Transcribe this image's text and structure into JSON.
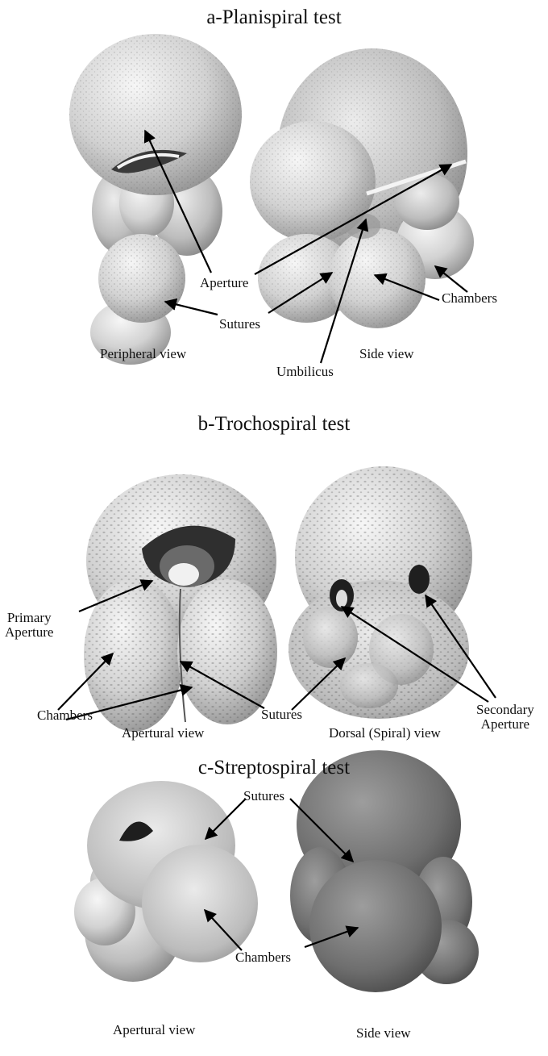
{
  "sections": [
    {
      "title": "a-Planispiral test",
      "views": [
        "Peripheral view",
        "Side view"
      ],
      "labels": {
        "aperture": "Aperture",
        "sutures": "Sutures",
        "umbilicus": "Umbilicus",
        "chambers": "Chambers"
      }
    },
    {
      "title": "b-Trochospiral test",
      "views": [
        "Apertural view",
        "Dorsal (Spiral) view"
      ],
      "labels": {
        "primary_aperture": [
          "Primary",
          "Aperture"
        ],
        "chambers": "Chambers",
        "sutures": "Sutures",
        "secondary_aperture": [
          "Secondary",
          "Aperture"
        ]
      }
    },
    {
      "title": "c-Streptospiral test",
      "views": [
        "Apertural view",
        "Side view"
      ],
      "labels": {
        "sutures": "Sutures",
        "chambers": "Chambers"
      }
    }
  ]
}
